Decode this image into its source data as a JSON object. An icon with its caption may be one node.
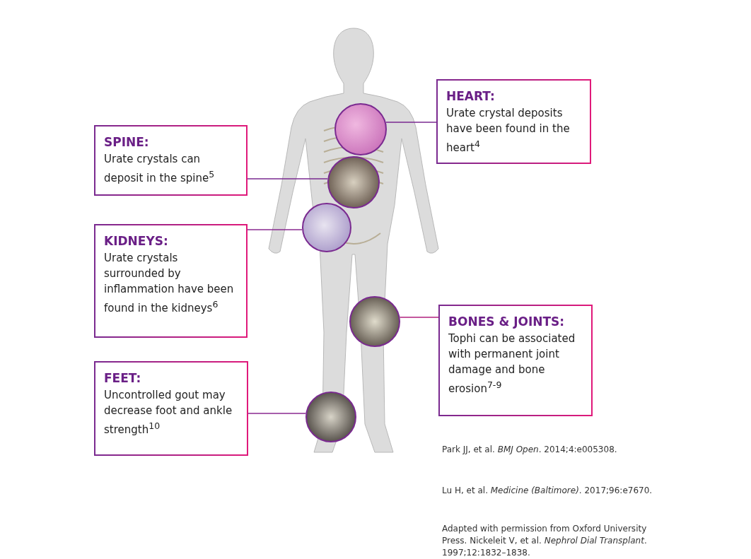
{
  "diagram": {
    "nodes": [
      {
        "text": [
          "HEART:",
          "Urate crystal deposits have been found in the heart$^{4}$"
        ]
      },
      {
        "text": [
          "SPINE:",
          "Urate crystals can deposit in the spine$^{5}$"
        ]
      },
      {
        "text": [
          "KIDNEYS:",
          "Urate crystals surrounded by inflammation have been found in the kidneys$^{6}$"
        ]
      },
      {
        "text": [
          "BONES & JOINTS:",
          "Tophi can be associated with permanent joint damage and bone erosion$^{7-9}$"
        ]
      },
      {
        "text": [
          "FEET:",
          "Uncontrolled gout may decrease foot and ankle strength$^{10}$"
        ]
      },
      {
        "text": [],
        "shape": "picture"
      },
      {
        "text": [],
        "shape": "picture"
      },
      {
        "text": [],
        "shape": "picture"
      },
      {
        "text": [],
        "shape": "picture"
      },
      {
        "text": [],
        "shape": "picture"
      }
    ],
    "edges": [
      {
        "from": 0,
        "to": 5,
        "arrow": "none"
      },
      {
        "from": 1,
        "to": 6,
        "arrow": "none"
      },
      {
        "from": 2,
        "to": 7,
        "arrow": "none"
      },
      {
        "from": 3,
        "to": 8,
        "arrow": "none"
      },
      {
        "from": 4,
        "to": 9,
        "arrow": "none"
      }
    ],
    "labels": [
      "Park JJ, et al. *BMJ Open*. 2014;4:e005308.",
      "Lu H, et al. *Medicine (Baltimore)*. 2017;96:e7670.",
      "Adapted with permission from Oxford University Press. Nickeleit V, et al. *Nephrol Dial Transplant*. 1997;12:1832–1838."
    ]
  }
}
